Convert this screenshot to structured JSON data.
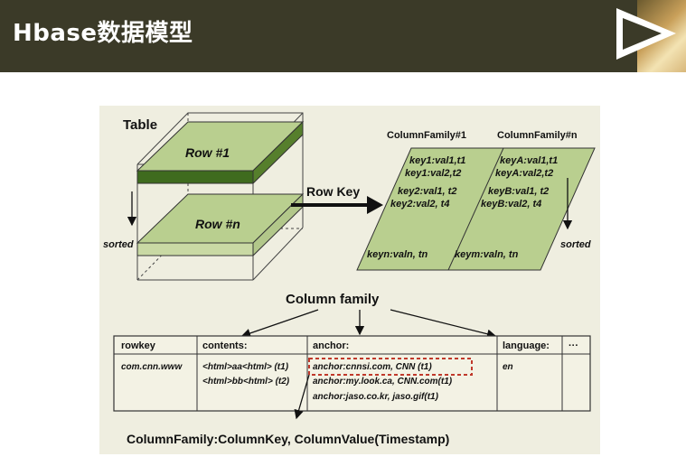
{
  "header": {
    "title": "Hbase数据模型",
    "icon": "play-triangle-icon"
  },
  "diagram": {
    "table_label": "Table",
    "row_first": "Row #1",
    "row_last": "Row #n",
    "sorted_left": "sorted",
    "row_key_label": "Row Key",
    "family_one_title": "ColumnFamily#1",
    "family_n_title": "ColumnFamily#n",
    "family_one_entries": [
      "key1:val1,t1",
      "key1:val2,t2",
      "key2:val1, t2",
      "key2:val2, t4",
      "keyn:valn, tn"
    ],
    "family_n_entries": [
      "keyA:val1,t1",
      "keyA:val2,t2",
      "keyB:val1, t2",
      "keyB:val2, t4",
      "keym:valn, tn"
    ],
    "sorted_right": "sorted",
    "column_family_label": "Column family",
    "table": {
      "headers": [
        "rowkey",
        "contents:",
        "anchor:",
        "language:",
        "···"
      ],
      "rowkey": "com.cnn.www",
      "contents": [
        "<html>aa<html> (t1)",
        "<html>bb<html> (t2)"
      ],
      "anchor": [
        "anchor:cnnsi.com, CNN (t1)",
        "anchor:my.look.ca, CNN.com(t1)",
        "anchor:jaso.co.kr, jaso.gif(t1)"
      ],
      "language": "en"
    },
    "formula": "ColumnFamily:ColumnKey, ColumnValue(Timestamp)"
  },
  "colors": {
    "header_bg": "#3b3a28",
    "diagram_bg": "#efeee0",
    "green_fill": "#b9cf8f",
    "green_dark": "#3f6b1e",
    "highlight": "#c0392b"
  }
}
